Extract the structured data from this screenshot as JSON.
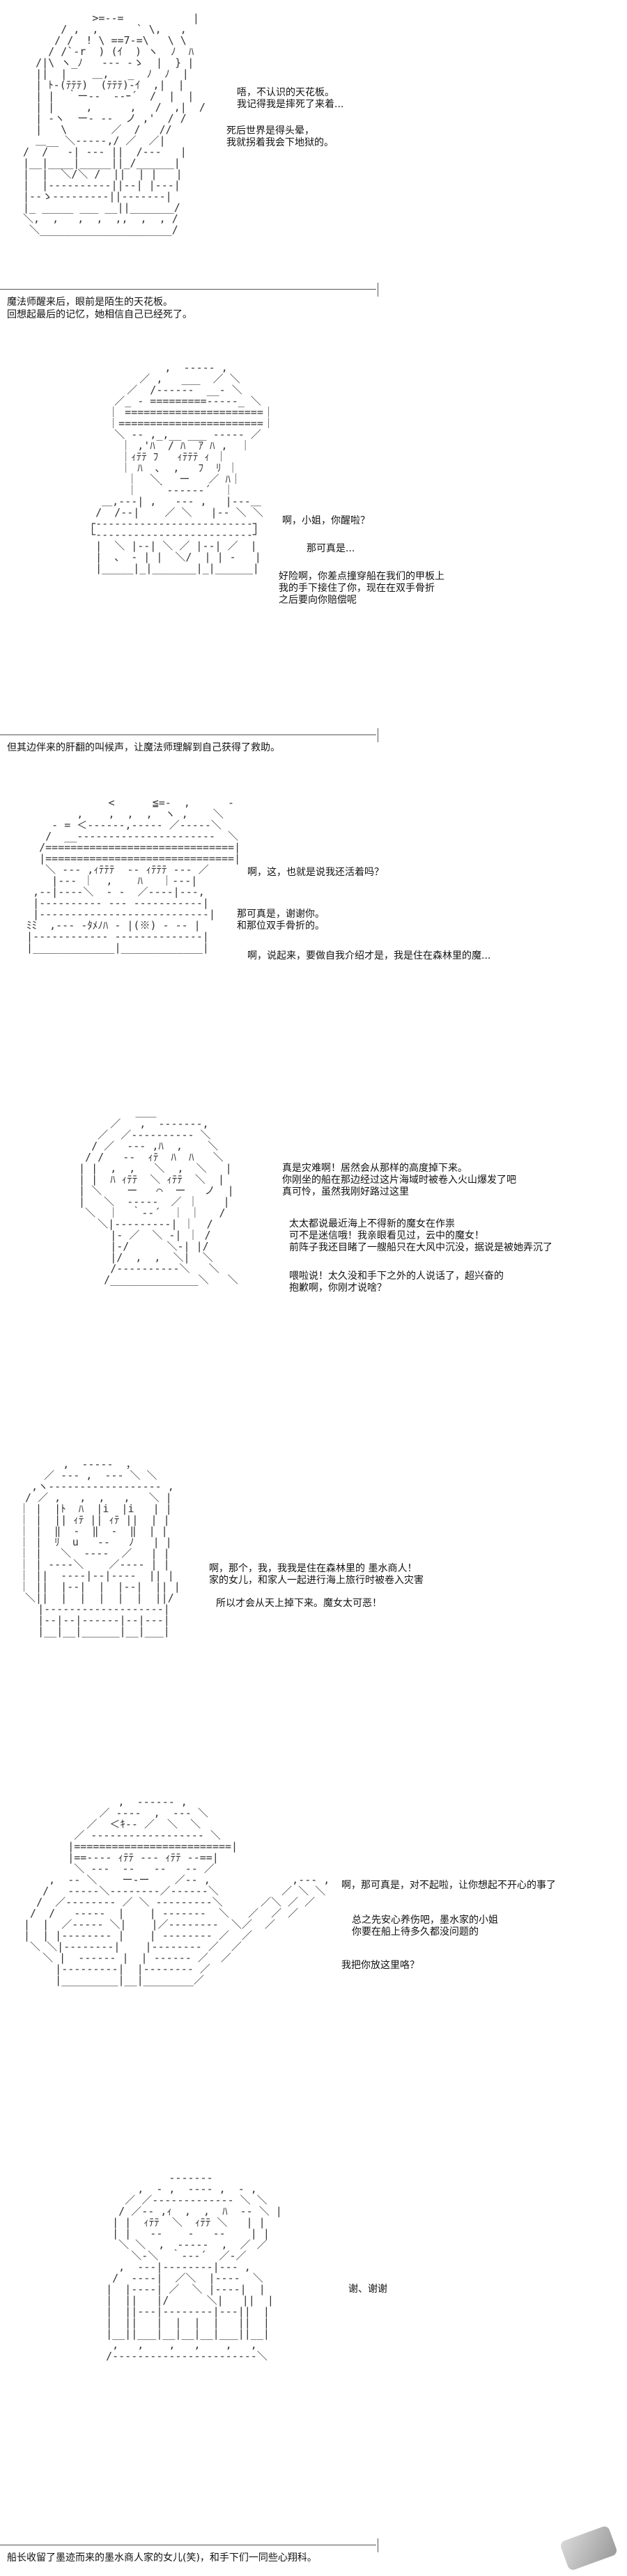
{
  "panels": [
    {
      "dialogue": [
        "唔，不认识的天花板。\n我记得我是摔死了来着...",
        "死后世界是得头晕，\n我就拐着我会下地狱的。"
      ],
      "narration": "魔法师醒来后，眼前是陌生的天花板。\n回想起最后的记忆，她相信自己已经死了。"
    },
    {
      "dialogue": [
        "啊，小姐，你醒啦？",
        "那可真是...",
        "好险啊，你差点撞穿船在我们的甲板上\n我的手下接住了你，现在在双手骨折\n之后要向你赔偿呢"
      ],
      "narration": "但其边伴来的肝翻的叫候声，让魔法师理解到自己获得了救助。"
    },
    {
      "dialogue": [
        "啊，这，也就是说我还活着吗？",
        "那可真是，谢谢你。\n和那位双手骨折的。",
        "啊，说起来，要做自我介绍才是，我是住在森林里的魔..."
      ]
    },
    {
      "dialogue": [
        "真是灾难啊！居然会从那样的高度掉下来。\n你刚坐的船在那边经过这片海域时被卷入火山爆发了吧\n真可怜，虽然我刚好路过这里",
        "太太都说最近海上不得新的魔女在作祟\n可不是迷信哦！我亲眼看见过，云中的魔女！\n前阵子我还目睹了一艘船只在大风中沉没，据说是被她弄沉了",
        "喂啦说！太久没和手下之外的人说话了，超兴奋的\n抱歉啊，你刚才说啥？"
      ]
    },
    {
      "dialogue": [
        "啊，那个，我，我我是住在森林里的 墨水商人！\n家的女儿，和家人一起进行海上旅行时被卷入灾害",
        "所以才会从天上掉下来。魔女太可恶！"
      ]
    },
    {
      "dialogue": [
        "啊，那可真是，对不起啦，让你想起不开心的事了",
        "总之先安心养伤吧，墨水家的小姐\n你要在船上待多久都没问题的",
        "我把你放这里咯？"
      ]
    },
    {
      "dialogue": [
        "谢、谢谢"
      ],
      "narration": "船长收留了墨迹而来的墨水商人家的女儿(笑)，和手下们一同些心翔科。"
    }
  ],
  "watermark": "DMZJ"
}
